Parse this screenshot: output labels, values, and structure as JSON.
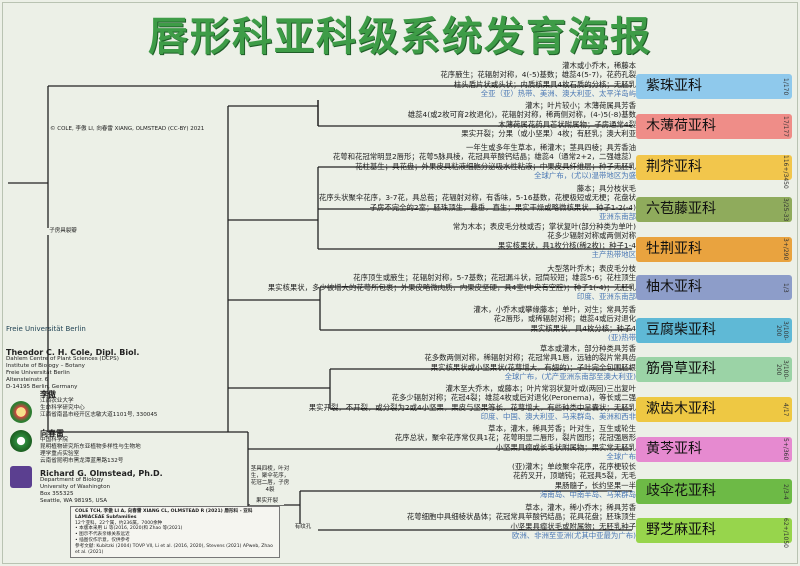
{
  "title": "唇形科亚科级系统发育海报",
  "citation": "© COLE, 李傲 LI, 向春雷 XIANG, OLMSTEAD (CC-BY) 2021",
  "node_labels": {
    "n1": "子房具裂瓣",
    "n2": "茎具四棱，叶对生，聚伞花序，花冠二唇，子房4裂",
    "n3": "果实开裂",
    "n4": "有纹孔"
  },
  "subfamilies": [
    {
      "name": "紫珠亚科",
      "count": "1/170",
      "color": "#8fc9ec",
      "lines": [
        "灌木或小乔木，稀藤本",
        "花序腋生；花辐射对称，4(-5)基数；雄蕊4(5-7)，花药孔裂",
        "柱头盾片状或头状；内质核果具4枚石质的分核；无胚乳"
      ],
      "dist": "全亚（亚）热带、美洲、澳大利亚、太平洋岛屿"
    },
    {
      "name": "木薄荷亚科",
      "count": "17/177",
      "color": "#ef8d88",
      "lines": [
        "灌木；叶片较小；木薄荷属具芳香",
        "雄蕊4(或2枚可育2枚退化)，花辐射对称，稀两侧对称，(4-)5(-8)基数",
        "木薄荷属花药具芒状附属物；子房通常4裂",
        "果实开裂；分果（或小坚果）4枚；有胚乳；澳大利亚"
      ],
      "dist": ""
    },
    {
      "name": "荆芥亚科",
      "count": "116+/3450",
      "color": "#f2c64c",
      "lines": [
        "一年生或多年生草本，稀灌木；茎具四棱；具芳香油",
        "花萼和花冠常明显2唇形；花萼5脉具棱，花冠具苹酸钙结晶；雄蕊4（通常2+2，二强雄蕊）",
        "花柱基生；具花盘；外果皮具粘液细胞分泌吸水性粘液；中果皮具纤维层；种子无胚乳"
      ],
      "dist": "全球广布，(尤以)温带地区为盛"
    },
    {
      "name": "六苞藤亚科",
      "count": "3/25-33",
      "color": "#8fab5c",
      "lines": [
        "藤本；具分枝状毛",
        "花序头状聚伞花序，3-7花，具总苞；花辐射对称，有香味，5-16基数，花梗极短或无梗；花盘状",
        "子房不完全的2室；胚珠顶生，悬垂，直生；果实干燥或略微核果状，种子1-2(-4)"
      ],
      "dist": "亚洲东南部"
    },
    {
      "name": "牡荆亚科",
      "count": "3+/290",
      "color": "#e9a33f",
      "lines": [
        "常为木本；表皮毛分枝或否；掌状复叶(部分种类为单叶)",
        "花多少辐射对称或两侧对称",
        "果实核果状，具1枚分核(稀2枚)；种子1-4"
      ],
      "dist": "主产热带地区"
    },
    {
      "name": "柚木亚科",
      "count": "1/3",
      "color": "#8d9dc9",
      "lines": [
        "大型落叶乔木；表皮毛分枝",
        "花序顶生或腋生；花辐射对称，5-7基数；花冠漏斗状，冠筒较短；雄蕊5-6；花柱顶生",
        "果实核果状，多少被增大的花萼所包裹；外果皮略微肉质，内果皮坚硬，具4室(中央有空腔)；种子1(-4)；无胚乳"
      ],
      "dist": "印度、亚洲东南部"
    },
    {
      "name": "豆腐柴亚科",
      "count": "3/100-200",
      "color": "#5fb9d6",
      "lines": [
        "灌木，小乔木或攀缘藤本；单叶，对生；常具芳香",
        "花2唇形，或稀辐射对称；雄蕊4或后对退化",
        "果实核果状，具4枚分核；种子4"
      ],
      "dist": "(亚)热带"
    },
    {
      "name": "筋骨草亚科",
      "count": "3/100-200",
      "color": "#9bd3a6",
      "lines": [
        "草本或灌木，部分种类具芳香",
        "花多数两侧对称，稀辐射对称；花冠常具1唇，远轴的裂片常具齿",
        "果实核果状或小坚果状(花萼增大，有翅的)；子叶完全包围胚根"
      ],
      "dist": "全球广布，(尤产亚洲东南部至澳大利亚)"
    },
    {
      "name": "漱齿木亚科",
      "count": "4/17",
      "color": "#eec843",
      "lines": [
        "灌木至大乔木，或藤本；叶片常羽状复叶或(两回)三出复叶",
        "花多少辐射对称；花冠4裂；雄蕊4枚或后对退化(Peronema)，等长或二强",
        "果实开裂，不开裂，或分裂为2或4小坚果，果皮与坚果等长，花萼增大，有些种类中呈囊状；无胚乳"
      ],
      "dist": "印度、中国、澳大利亚、马来群岛、美洲和西非"
    },
    {
      "name": "黄芩亚科",
      "count": "5+/360",
      "color": "#e68ad0",
      "lines": [
        "草本，灌木，稀具芳香；叶对生，互生或轮生",
        "花序总状，聚伞花序常仅具1花；花萼明显二唇形，裂片圆形；花冠强唇形",
        "小坚果具瘤或长毛状附属物；果实常无胚乳"
      ],
      "dist": "全球广布"
    },
    {
      "name": "歧伞花亚科",
      "count": "2/3-4",
      "color": "#6dba46",
      "lines": [
        "(亚)灌木；单歧聚伞花序，花序梗较长",
        "花药叉开，顶端钝；花冠具5裂，无毛",
        "果肠髓子，长约坚果一半"
      ],
      "dist": "海南岛、中南半岛、马来群岛"
    },
    {
      "name": "野芝麻亚科",
      "count": "62+/1050",
      "color": "#97d54c",
      "lines": [
        "草本，灌木，稀小乔木；稀具芳香",
        "花萼细胞中具细棱状晶体；花冠常具苹酸钙结晶；花具花盘；胚珠顶生",
        "小坚果具瘤状毛或附属物；无胚乳种子"
      ],
      "dist": "欧洲、非洲至亚洲(尤其中亚最为广布)"
    }
  ],
  "institution": {
    "name": "Freie Universität Berlin",
    "logo_text": "Freie Universität Berlin"
  },
  "people": [
    {
      "name": "Theodor C. H. Cole, Dipl. Biol.",
      "lines": [
        "Dahlem Centre of Plant Sciences (DCPS)",
        "Institute of Biology – Botany",
        "Freie Universität Berlin",
        "Altensteinstr. 6",
        "D-14195 Berlin, Germany"
      ]
    },
    {
      "name": "李傲",
      "lines": [
        "江西农业大学",
        "生命科学研究中心",
        "江西省南昌市经开区志敏大道1101号, 330045"
      ]
    },
    {
      "name": "向春雷",
      "lines": [
        "中国科学院",
        "昆明植物研究所东亚植物多样性与生物地",
        "理学重点实验室",
        "云南省昆明市黑龙潭蓝黑路132号"
      ]
    },
    {
      "name": "Richard G. Olmstead, Ph.D.",
      "lines": [
        "Department of Biology",
        "University of Washington",
        "Box 355325",
        "Seattle, WA 98195, USA"
      ]
    }
  ],
  "footer": {
    "line1": "COLE TCH, 李傲 LI A, 向春雷 XIANG CL, OLMSTEAD R (2021) 唇形科 - 亚科 LAMIACEAE Subfamilies",
    "notes": [
      "12个亚科，22个属，约236属，7000余种",
      "• 本版本采用 Li 等(2016, 2020)和 Zhao 等(2021)",
      "• 图示不代表亲缘关系远近",
      "• 插图仅作示意，仅供参考"
    ],
    "refs": "参考文献: Kubitzki (2004) TOVP VII, Li et al. (2016, 2020), Stevens (2021) APweb, Zhao et al. (2021)"
  }
}
